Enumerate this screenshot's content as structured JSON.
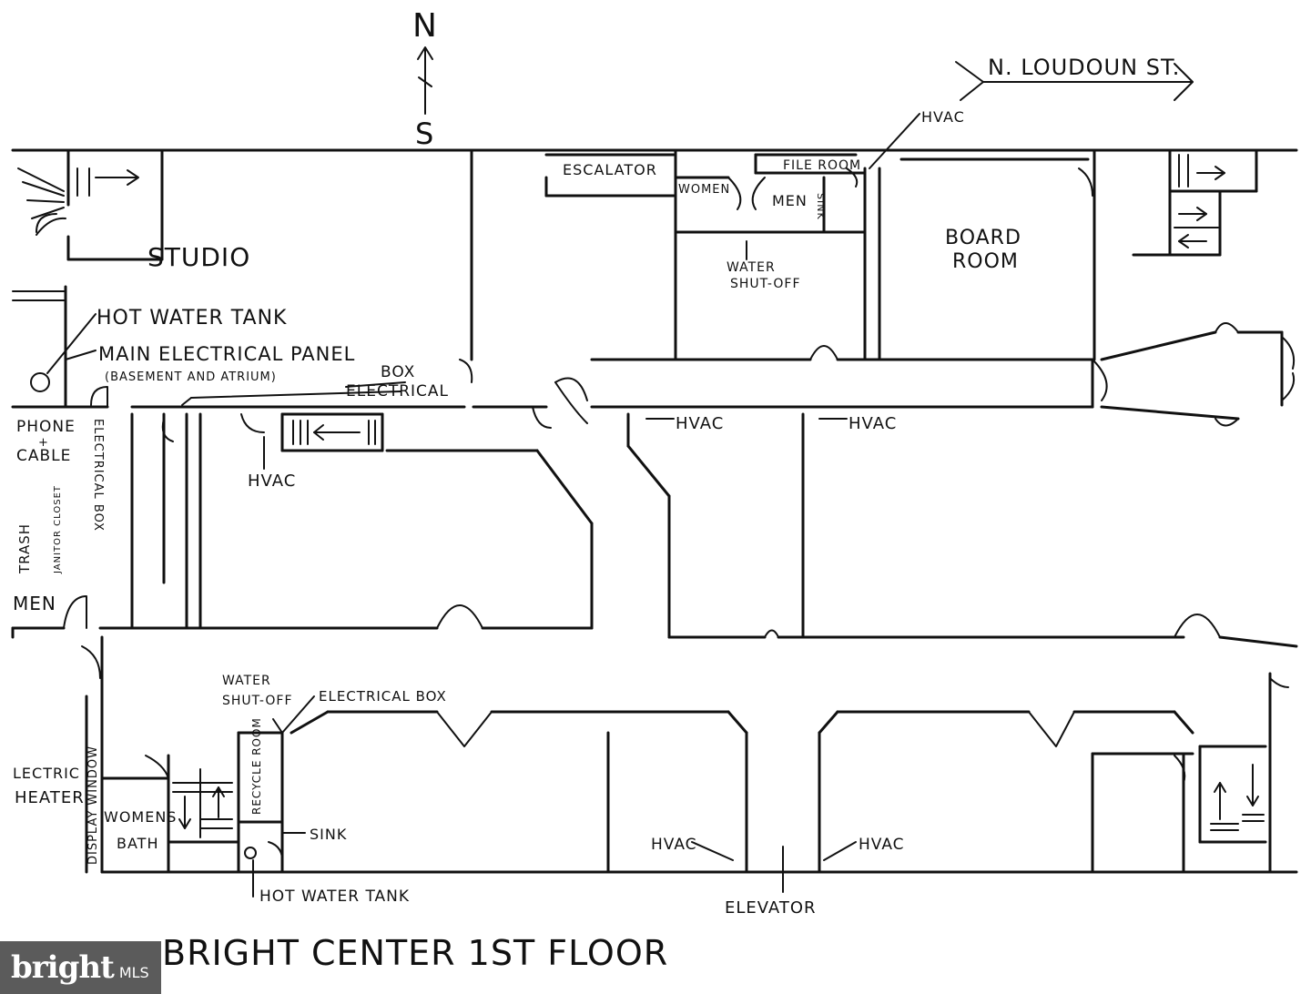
{
  "compass": {
    "north": "N",
    "south": "S"
  },
  "street": "N. LOUDOUN ST.",
  "title": "BRIGHT CENTER 1ST FLOOR",
  "rooms": {
    "studio": "STUDIO",
    "board_room_1": "BOARD",
    "board_room_2": "ROOM",
    "file_room": "FILE ROOM",
    "escalator": "ESCALATOR",
    "women_top": "WOMEN",
    "men_top": "MEN",
    "sink_top": "SINK",
    "water_shutoff_top_1": "WATER",
    "water_shutoff_top_2": "SHUT-OFF",
    "hot_water_tank_top": "HOT WATER TANK",
    "main_electrical_panel": "MAIN ELECTRICAL PANEL",
    "basement_atrium": "(BASEMENT AND ATRIUM)",
    "box_electrical_1": "BOX",
    "box_electrical_2": "ELECTRICAL",
    "phone_cable_1": "PHONE",
    "phone_cable_2": "+",
    "phone_cable_3": "CABLE",
    "electrical_box_left": "ELECTRICAL BOX",
    "trash": "TRASH",
    "janitor_closet": "JANITOR CLOSET",
    "men_left": "MEN",
    "electric_heater_1": "LECTRIC",
    "electric_heater_2": "HEATER",
    "display_window": "DISPLAY WINDOW",
    "womens_bath_1": "WOMENS",
    "womens_bath_2": "BATH",
    "recycle_room": "RECYCLE ROOM",
    "water_shutoff_bottom_1": "WATER",
    "water_shutoff_bottom_2": "SHUT-OFF",
    "electrical_box_bottom": "ELECTRICAL BOX",
    "sink_bottom": "SINK",
    "hot_water_tank_bottom": "HOT WATER TANK",
    "elevator": "ELEVATOR",
    "hvac": "HVAC"
  },
  "brand": {
    "name": "bright",
    "suffix": "MLS"
  }
}
